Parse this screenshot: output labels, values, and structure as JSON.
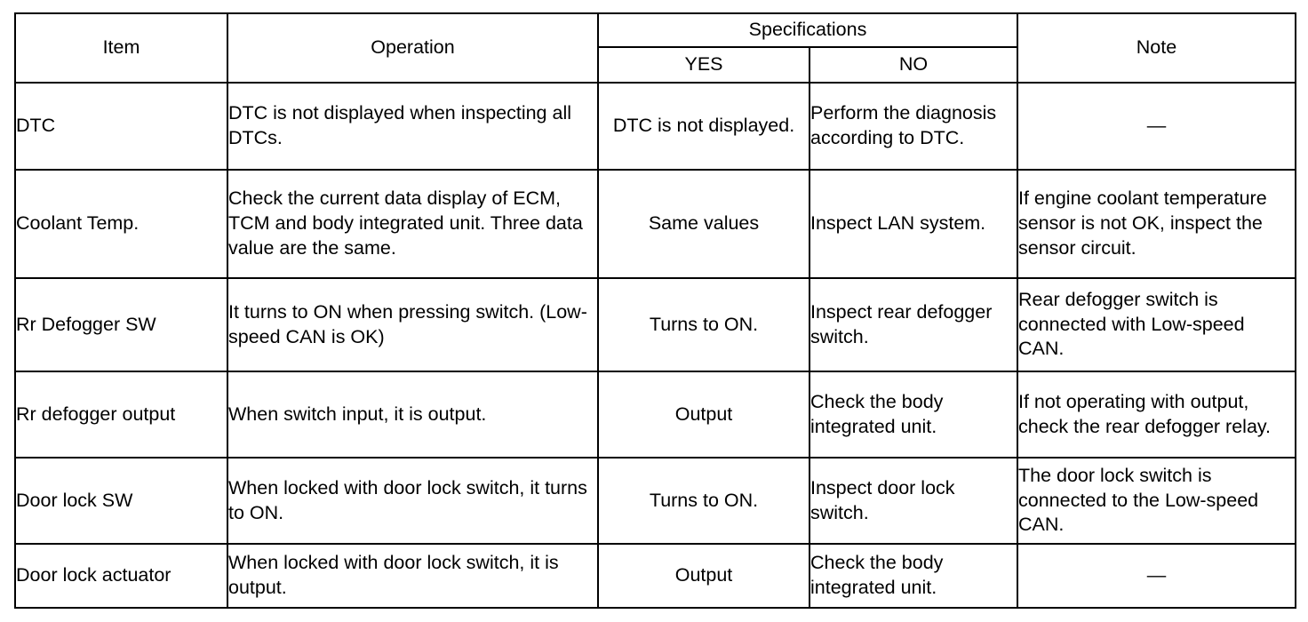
{
  "table": {
    "headers": {
      "item": "Item",
      "operation": "Operation",
      "specifications": "Specifications",
      "yes": "YES",
      "no": "NO",
      "note": "Note"
    },
    "rows": [
      {
        "item": "DTC",
        "operation": "DTC is not displayed when inspecting all DTCs.",
        "yes": "DTC is not displayed.",
        "no": "Perform the diagnosis according to DTC.",
        "note": "—"
      },
      {
        "item": "Coolant Temp.",
        "operation": "Check the current data display of ECM, TCM and body integrated unit. Three data value are the same.",
        "yes": "Same values",
        "no": "Inspect LAN system.",
        "note": "If engine coolant temperature sensor is not OK, inspect the sensor circuit."
      },
      {
        "item": "Rr Defogger SW",
        "operation": "It turns to ON when pressing switch. (Low-speed CAN is OK)",
        "yes": "Turns to ON.",
        "no": "Inspect rear defogger switch.",
        "note": "Rear defogger switch is connected with Low-speed CAN."
      },
      {
        "item": "Rr defogger output",
        "operation": "When switch input, it is output.",
        "yes": "Output",
        "no": "Check the body integrated unit.",
        "note": "If not operating with output, check the rear defogger relay."
      },
      {
        "item": "Door lock SW",
        "operation": "When locked with door lock switch, it turns to ON.",
        "yes": "Turns to ON.",
        "no": "Inspect door lock switch.",
        "note": "The door lock switch is connected to the Low-speed CAN."
      },
      {
        "item": "Door lock actuator",
        "operation": "When locked with door lock switch, it is output.",
        "yes": "Output",
        "no": "Check the body integrated unit.",
        "note": "—"
      }
    ]
  },
  "colors": {
    "border": "#000000",
    "text": "#000000",
    "background": "#ffffff"
  }
}
